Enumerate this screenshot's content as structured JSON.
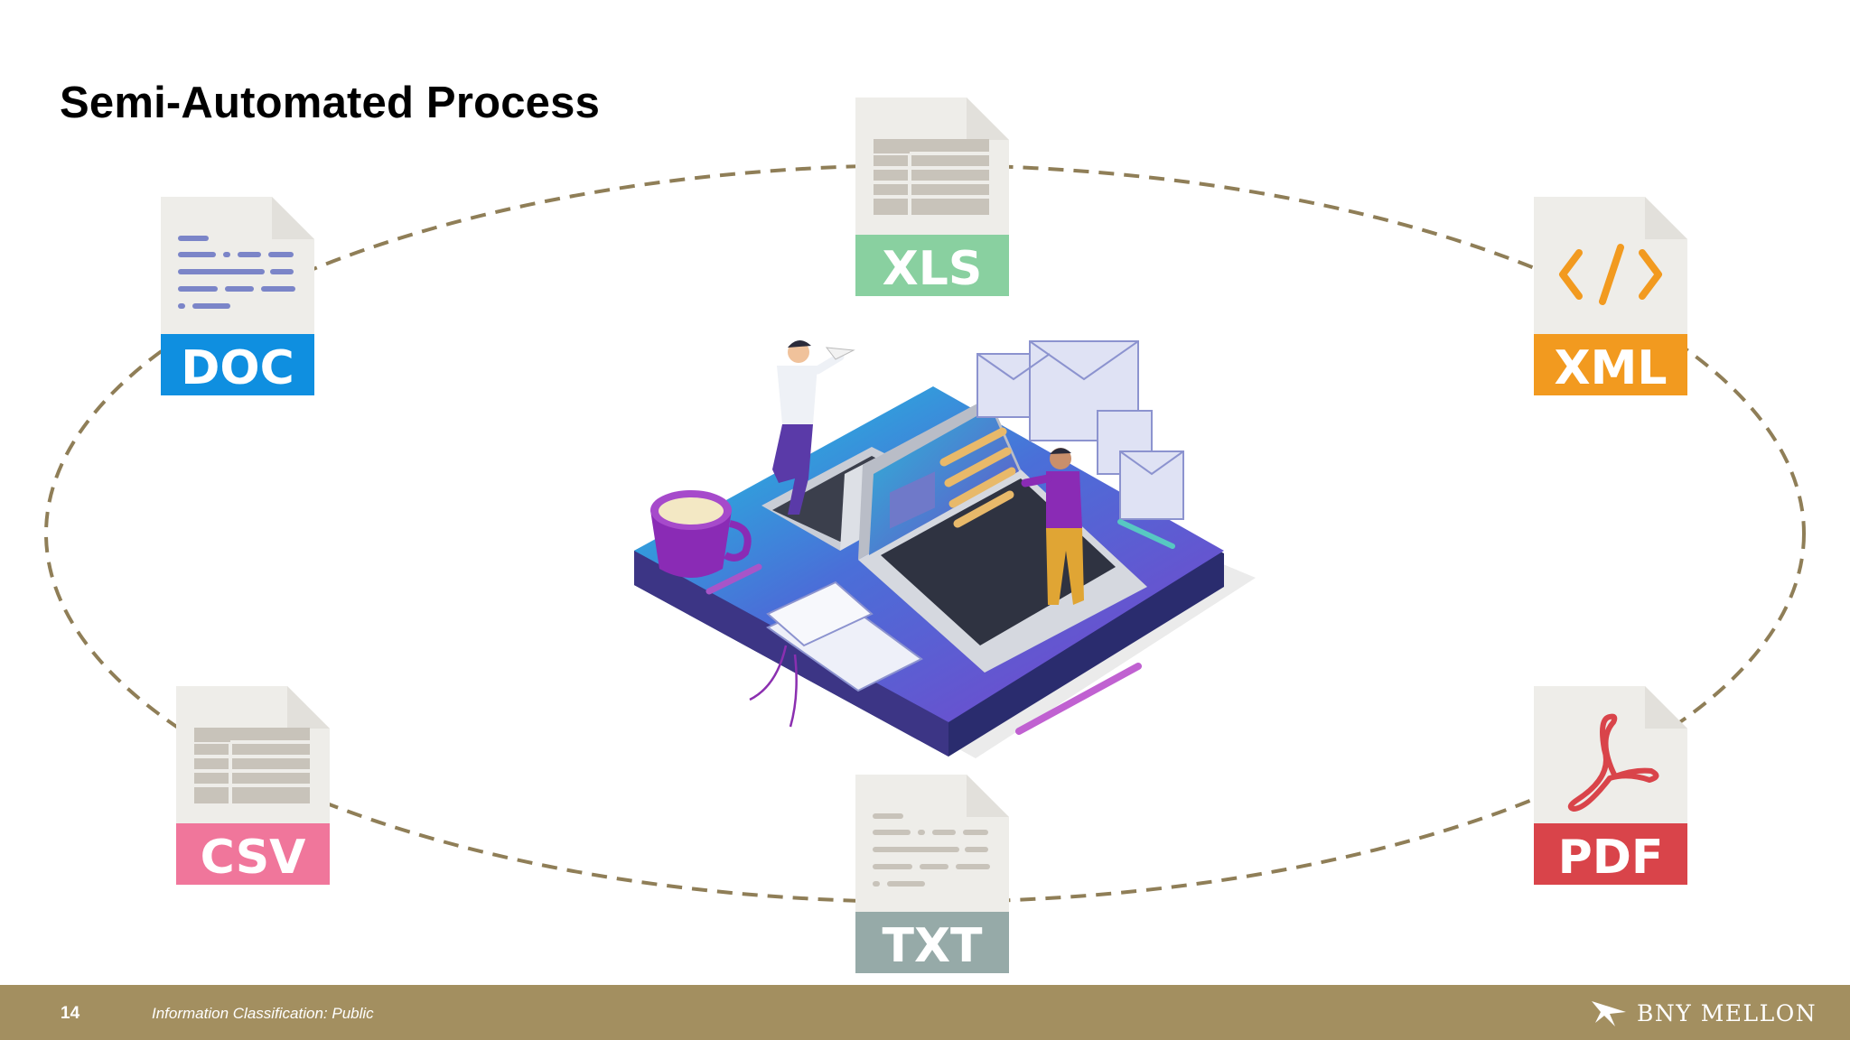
{
  "slide": {
    "title": "Semi-Automated Process"
  },
  "file_types": [
    {
      "label": "DOC",
      "color": "#0f8fe0",
      "icon": "doc-lines-icon"
    },
    {
      "label": "XLS",
      "color": "#89d0a0",
      "icon": "spreadsheet-icon"
    },
    {
      "label": "XML",
      "color": "#f29a1f",
      "icon": "code-icon"
    },
    {
      "label": "CSV",
      "color": "#f0769b",
      "icon": "spreadsheet-icon"
    },
    {
      "label": "TXT",
      "color": "#96aaa8",
      "icon": "text-lines-icon"
    },
    {
      "label": "PDF",
      "color": "#d9444a",
      "icon": "acrobat-icon"
    }
  ],
  "colors": {
    "ring": "#8f7e57",
    "footer": "#a38f60",
    "page_fold": "#e2e0db",
    "page_body": "#eeede9"
  },
  "illustration": {
    "icon": "isometric-office-workers-illustration"
  },
  "footer": {
    "page_number": "14",
    "classification": "Information Classification: Public",
    "brand": "BNY MELLON",
    "brand_icon": "bny-mellon-bird-icon"
  }
}
